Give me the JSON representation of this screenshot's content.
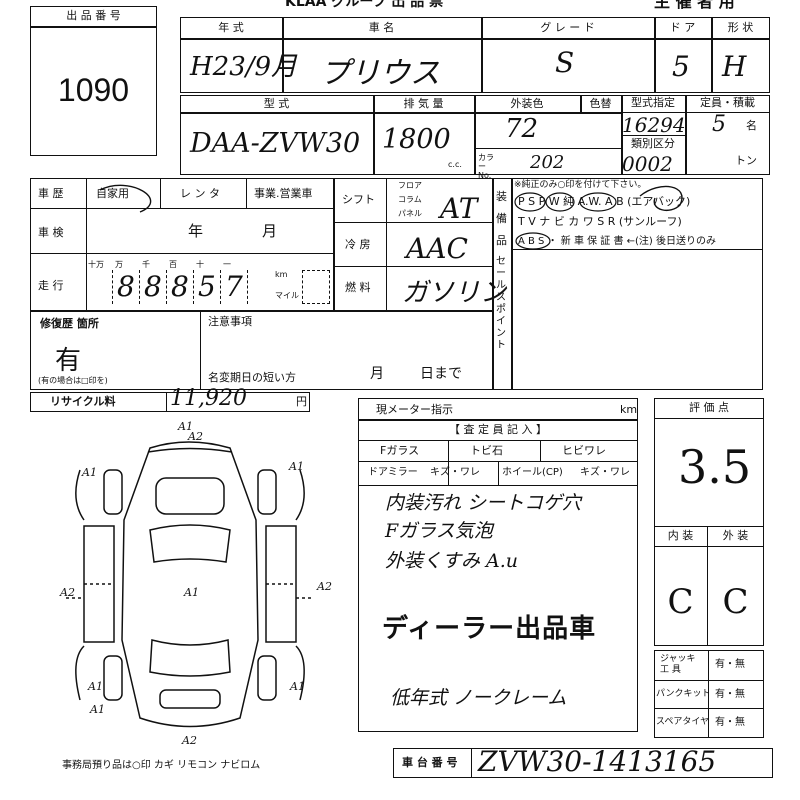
{
  "header": {
    "title": "KLAA グループ 出 品 票",
    "organizer": "主 催 者 用"
  },
  "lot": {
    "label": "出 品 番 号",
    "number": "1090"
  },
  "top_row": {
    "year_label": "年 式",
    "year_value": "H23/9月",
    "name_label": "車 名",
    "name_value": "プリウス",
    "grade_label": "グ レ ー ド",
    "grade_value": "S",
    "door_label": "ド ア",
    "door_value": "5",
    "shape_label": "形 状",
    "shape_value": "H"
  },
  "second_row": {
    "model_label": "型 式",
    "model_value": "DAA-ZVW30",
    "displacement_label": "排 気 量",
    "displacement_value": "1800",
    "cc_unit": "c.c.",
    "exterior_label": "外装色",
    "exterior_value": "72",
    "repaint_label": "色替",
    "color_no_label": "カラー No.",
    "color_no_value": "202",
    "type_designation_label": "型式指定",
    "type_designation_value": "16294",
    "category_label": "類別区分",
    "category_value": "0002",
    "capacity_label": "定員・積載",
    "capacity_value": "5",
    "capacity_unit": "名",
    "ton_unit": "トン"
  },
  "history": {
    "history_label": "車 歴",
    "private_label": "自家用",
    "rental_label": "レ ン タ",
    "business_label": "事業.営業車",
    "inspection_label": "車 検",
    "year_unit": "年",
    "month_unit": "月",
    "mileage_label": "走 行",
    "digit_labels": [
      "十万",
      "万",
      "千",
      "百",
      "十",
      "一"
    ],
    "mileage_digits": [
      "8",
      "8",
      "8",
      "5",
      "7"
    ],
    "km_label": "km",
    "mile_label": "マイル"
  },
  "shift": {
    "shift_label": "シフト",
    "floor_label": "フロア",
    "column_label": "コラム",
    "panel_label": "パネル",
    "shift_value": "AT",
    "ac_label": "冷 房",
    "ac_value": "AAC",
    "fuel_label": "燃 料",
    "fuel_value": "ガソリン"
  },
  "equipment": {
    "side_label": "装 備 品",
    "note": "※純正のみ○印を付けて下さい。",
    "line1": "P S  P W  純 A.W.  A B (エアバック)",
    "line2": "T V  ナ ビ  カ ワ  S R (サンルーフ)",
    "line3": "A B S ・ 新 車 保 証 書 ←(注) 後日送りのみ",
    "sales_point_label": "セールスポイント"
  },
  "repair": {
    "label": "修復歴 箇所",
    "value": "有",
    "note": "(有の場合は□印を)"
  },
  "notes": {
    "label": "注意事項",
    "plate_change_label": "名変期日の短い方",
    "month_label": "月",
    "day_label": "日まで"
  },
  "recycle": {
    "label": "リサイクル料",
    "value": "11,920",
    "unit": "円"
  },
  "meter": {
    "label": "現メーター指示",
    "unit": "km"
  },
  "inspection_report": {
    "title": "【 査 定 員 記 入 】",
    "f_glass": "Fガラス",
    "stone": "トビ石",
    "crack": "ヒビワレ",
    "door_mirror": "ドアミラー",
    "mirror_mark": "キズ・ワレ",
    "wheel_label": "ホイール(CP)",
    "wheel_mark": "キズ・ワレ",
    "comment1": "内装汚れ シートコゲ穴",
    "comment2": "Fガラス気泡",
    "comment3": "外装くすみ A.u",
    "stamp": "ディーラー出品車",
    "comment4": "低年式 ノークレーム"
  },
  "rating": {
    "label": "評 価 点",
    "value": "3.5",
    "interior_label": "内 装",
    "exterior_label": "外 装",
    "interior_value": "C",
    "exterior_value": "C"
  },
  "tools": {
    "jack_label": "ジャッキ 工 具",
    "puncture_label": "パンクキット",
    "spare_label": "スペアタイヤ",
    "yes_no": "有・無"
  },
  "diagram": {
    "marks": [
      "A1",
      "A2",
      "A1",
      "A1",
      "A1",
      "A2",
      "A1",
      "A2",
      "A1",
      "A1",
      "A2"
    ]
  },
  "footer": {
    "office_note": "事務局預り品は○印  カギ  リモコン  ナビロム",
    "chassis_label": "車 台 番 号",
    "chassis_value": "ZVW30-1413165"
  }
}
